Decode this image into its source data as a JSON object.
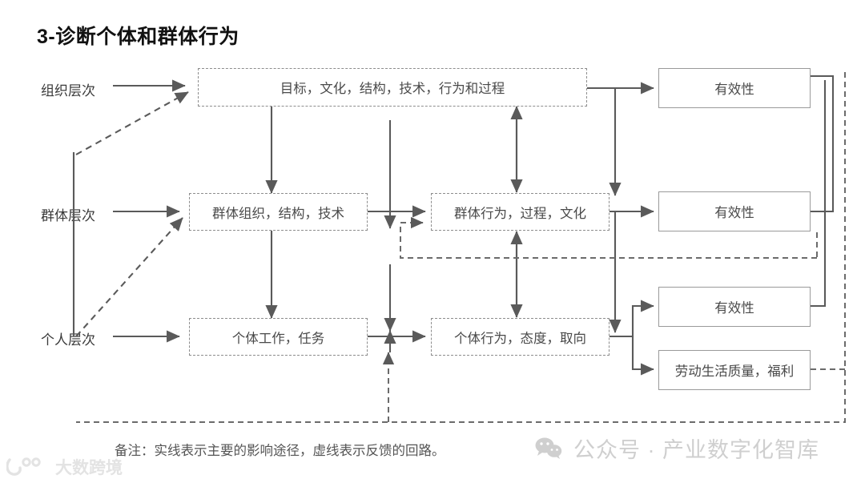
{
  "title": "3-诊断个体和群体行为",
  "levels": [
    {
      "name": "organization-level",
      "label": "组织层次"
    },
    {
      "name": "group-level",
      "label": "群体层次"
    },
    {
      "name": "individual-level",
      "label": "个人层次"
    }
  ],
  "nodes": {
    "org_inputs": "目标，文化，结构，技术，行为和过程",
    "group_structure": "群体组织，结构，技术",
    "group_behavior": "群体行为，过程，文化",
    "individual_work": "个体工作，任务",
    "individual_behavior": "个体行为，态度，取向",
    "effectiveness_org": "有效性",
    "effectiveness_group": "有效性",
    "effectiveness_ind": "有效性",
    "quality_of_life": "劳动生活质量，福利"
  },
  "footnote": "备注：实线表示主要的影响途径，虚线表示反馈的回路。",
  "watermarks": {
    "right_icon": "wechat-icon",
    "right_text": "公众号 · 产业数字化智库",
    "left_icon": "dashukuajing-logo-icon",
    "left_text": "大数跨境"
  },
  "colors": {
    "background": "#ffffff",
    "title": "#111111",
    "node_text": "#4a4a4a",
    "dashed_border": "#8d8d8d",
    "solid_border": "#9a9a9a",
    "wire": "#5a5a5a",
    "watermark": "#cfcfcf"
  }
}
